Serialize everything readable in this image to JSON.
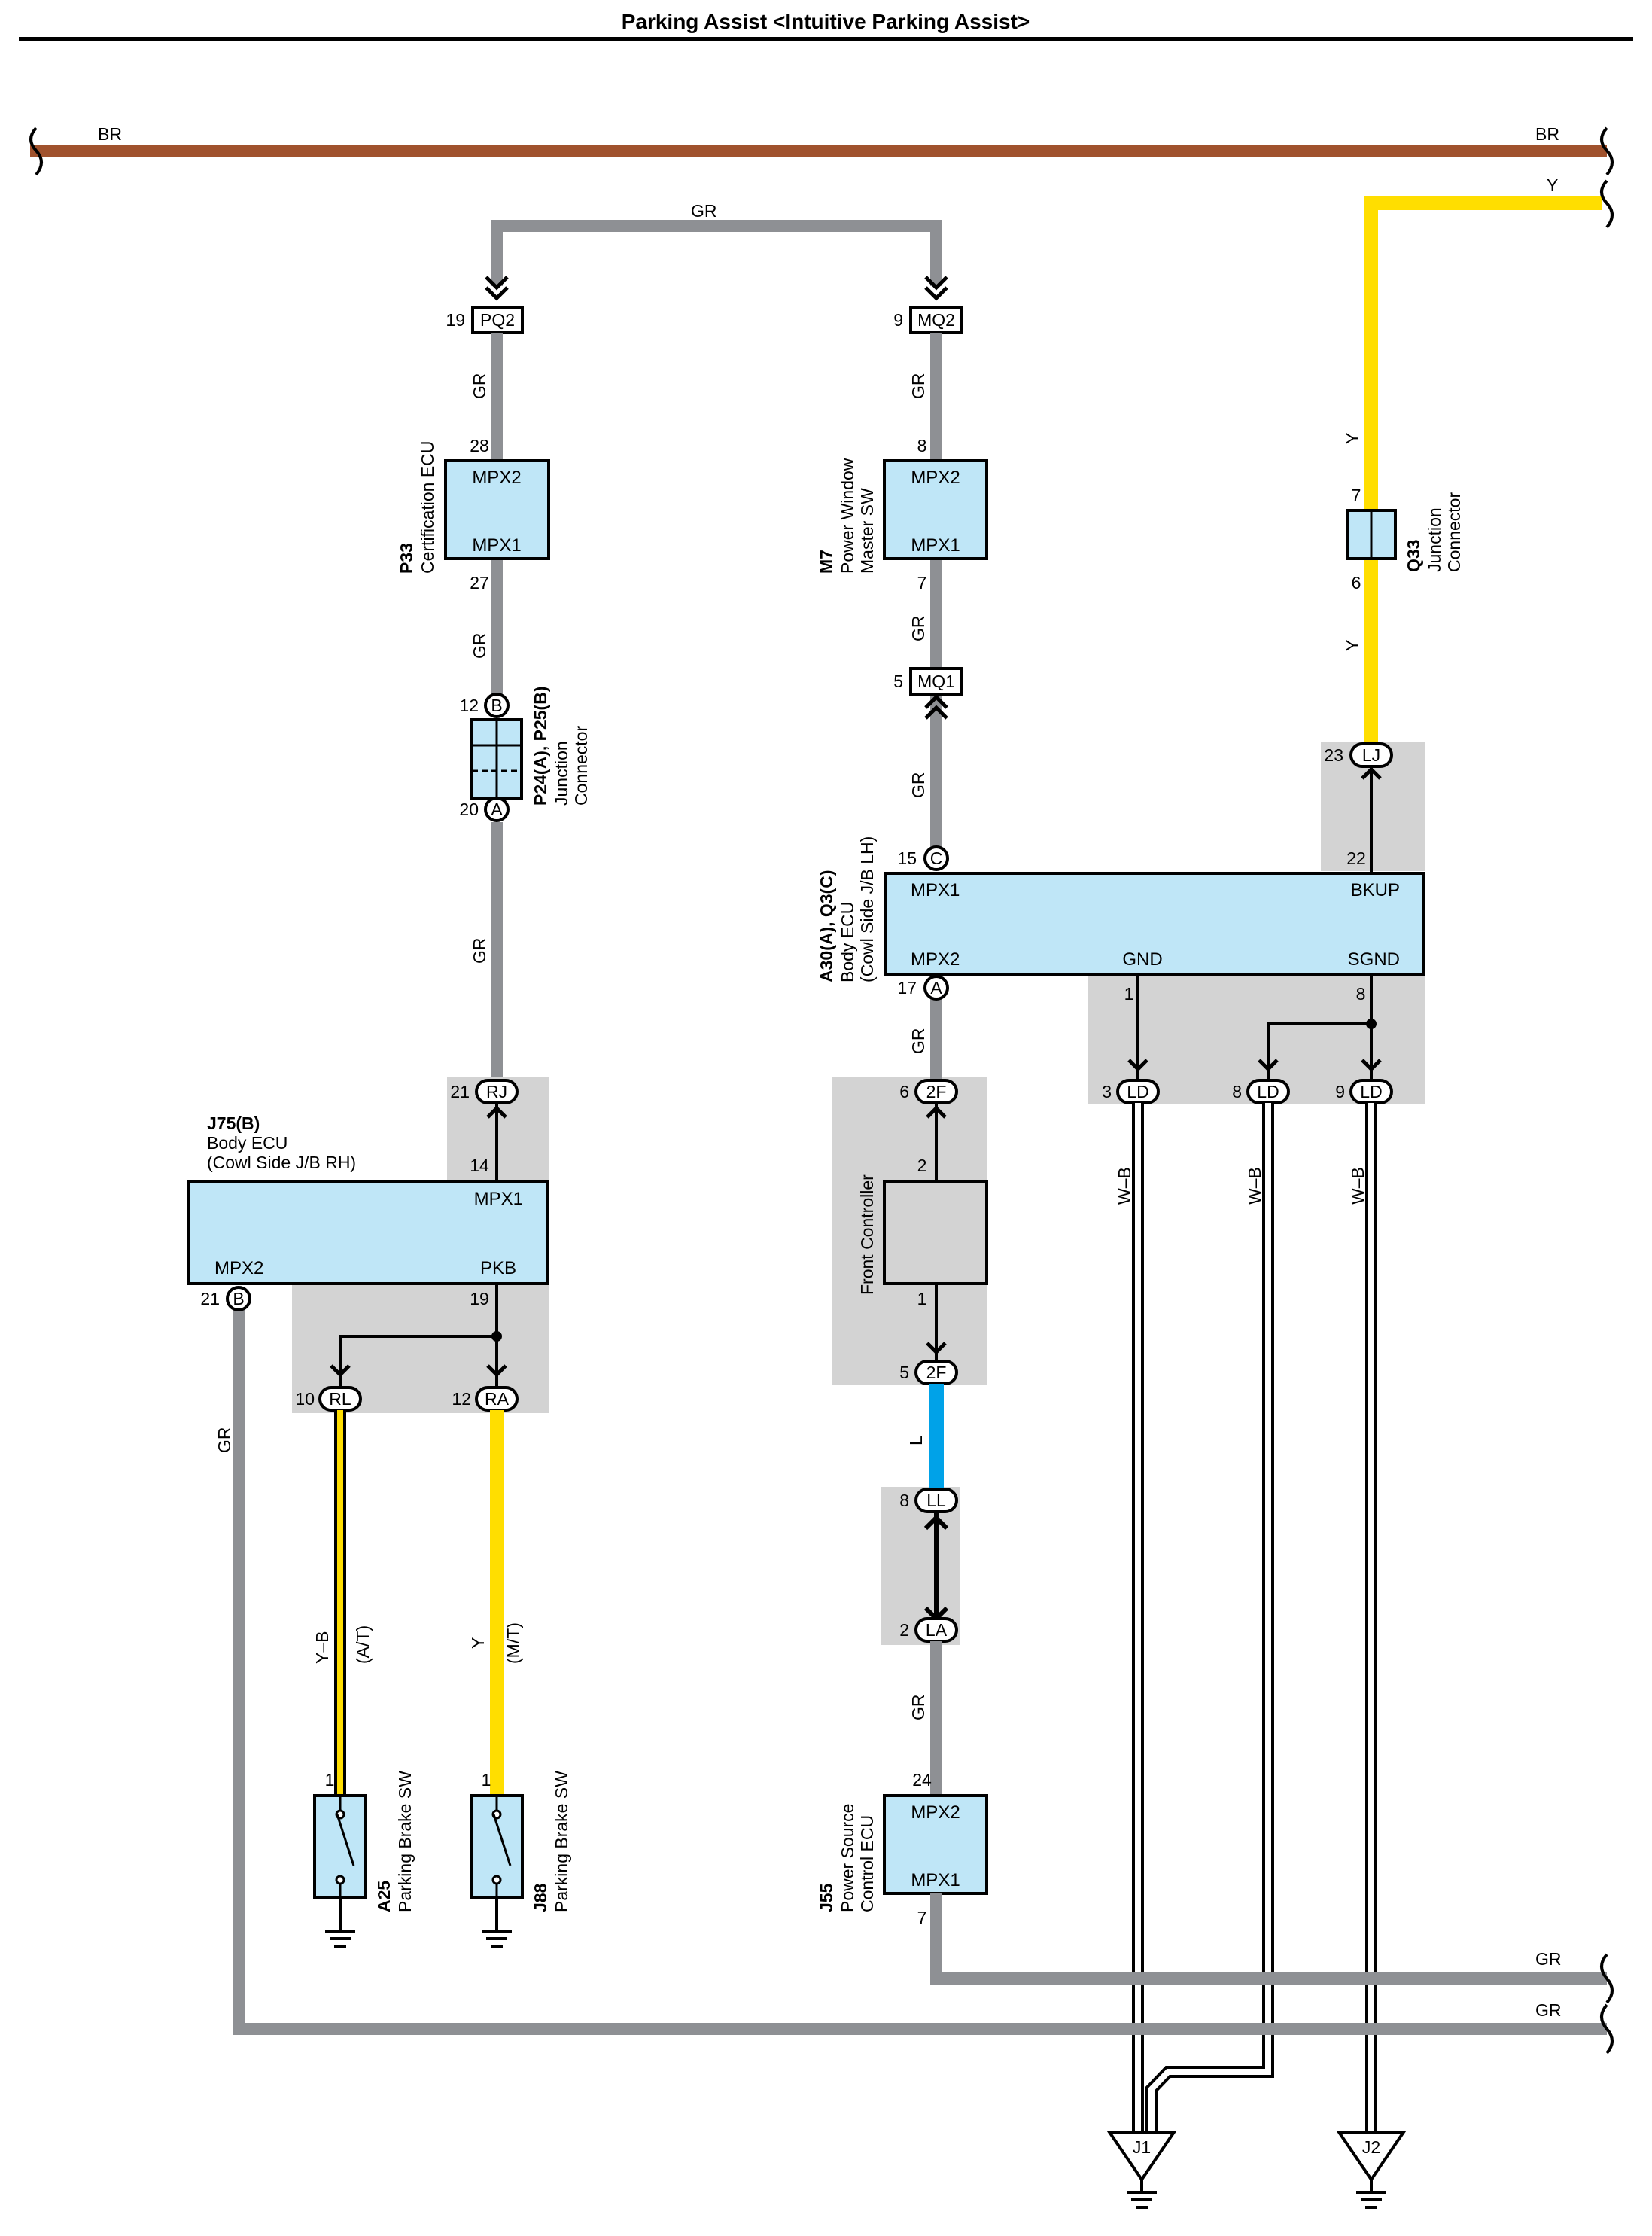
{
  "title": "Parking Assist <Intuitive Parking Assist>",
  "colors": {
    "BR": "#a0522d",
    "GR": "#8e9094",
    "Y": "#ffde00",
    "L": "#00a2e8",
    "WB": "#ffffff",
    "ecu_fill": "#bfe6f7",
    "shade": "#d3d3d3",
    "controller_fill": "#d3d3d3"
  },
  "wires": {
    "br_left": "BR",
    "br_right": "BR",
    "y_top": "Y",
    "gr_top": "GR",
    "gr_p33_top": "GR",
    "gr_m7_top": "GR",
    "gr_p33_bottom": "GR",
    "gr_m7_bottom": "GR",
    "gr_jc_bottom": "GR",
    "gr_a30_top": "GR",
    "gr_a30_bottom": "GR",
    "gr_j75": "GR",
    "y_q33_top": "Y",
    "y_q33_bottom": "Y",
    "yb_rl": "Y–B",
    "at": "(A/T)",
    "y_ra": "Y",
    "mt": "(M/T)",
    "l_wire": "L",
    "gr_la": "GR",
    "wb_1": "W–B",
    "wb_2": "W–B",
    "wb_3": "W–B",
    "gr_out1": "GR",
    "gr_out2": "GR"
  },
  "connectors": {
    "pq2": {
      "pin": "19",
      "name": "PQ2"
    },
    "mq2": {
      "pin": "9",
      "name": "MQ2"
    },
    "mq1": {
      "pin": "5",
      "name": "MQ1"
    },
    "p24b": {
      "pin": "12",
      "name": "B"
    },
    "p24a": {
      "pin": "20",
      "name": "A"
    },
    "a30c": {
      "pin": "15",
      "name": "C"
    },
    "a30a": {
      "pin": "17",
      "name": "A"
    },
    "lj": {
      "pin": "23",
      "name": "LJ"
    },
    "rj": {
      "pin": "21",
      "name": "RJ"
    },
    "f2f_top": {
      "pin": "6",
      "name": "2F"
    },
    "f2f_bot": {
      "pin": "5",
      "name": "2F"
    },
    "ld1": {
      "pin": "3",
      "name": "LD"
    },
    "ld2": {
      "pin": "8",
      "name": "LD"
    },
    "ld3": {
      "pin": "9",
      "name": "LD"
    },
    "j75b": {
      "pin": "21",
      "name": "B"
    },
    "rl": {
      "pin": "10",
      "name": "RL"
    },
    "ra": {
      "pin": "12",
      "name": "RA"
    },
    "ll": {
      "pin": "8",
      "name": "LL"
    },
    "la": {
      "pin": "2",
      "name": "LA"
    }
  },
  "components": {
    "p33": {
      "code": "P33",
      "name": "Certification ECU",
      "t1": "MPX2",
      "t2": "MPX1",
      "pin_top": "28",
      "pin_bot": "27"
    },
    "m7": {
      "code": "M7",
      "name1": "Power Window",
      "name2": "Master SW",
      "t1": "MPX2",
      "t2": "MPX1",
      "pin_top": "8",
      "pin_bot": "7"
    },
    "q33": {
      "code": "Q33",
      "name1": "Junction",
      "name2": "Connector",
      "pin_top": "7",
      "pin_bot": "6"
    },
    "p24": {
      "code": "P24(A), P25(B)",
      "name1": "Junction",
      "name2": "Connector"
    },
    "a30": {
      "code": "A30(A), Q3(C)",
      "name1": "Body ECU",
      "name2": "(Cowl Side J/B LH)",
      "mpx1": "MPX1",
      "mpx2": "MPX2",
      "gnd": "GND",
      "bkup": "BKUP",
      "sgnd": "SGND",
      "pin_bkup": "22",
      "pin_gnd": "1",
      "pin_sgnd": "8"
    },
    "j75": {
      "code": "J75(B)",
      "name1": "Body ECU",
      "name2": "(Cowl Side J/B RH)",
      "mpx1": "MPX1",
      "mpx2": "MPX2",
      "pkb": "PKB",
      "pin_mpx1": "14",
      "pin_pkb": "19"
    },
    "fc": {
      "name": "Front Controller",
      "pin_top": "2",
      "pin_bot": "1"
    },
    "a25": {
      "code": "A25",
      "name": "Parking Brake SW",
      "pin": "1"
    },
    "j88": {
      "code": "J88",
      "name": "Parking Brake SW",
      "pin": "1"
    },
    "j55": {
      "code": "J55",
      "name1": "Power Source",
      "name2": "Control ECU",
      "t1": "MPX2",
      "t2": "MPX1",
      "pin_top": "24",
      "pin_bot": "7"
    }
  },
  "grounds": {
    "j1": "J1",
    "j2": "J2"
  }
}
